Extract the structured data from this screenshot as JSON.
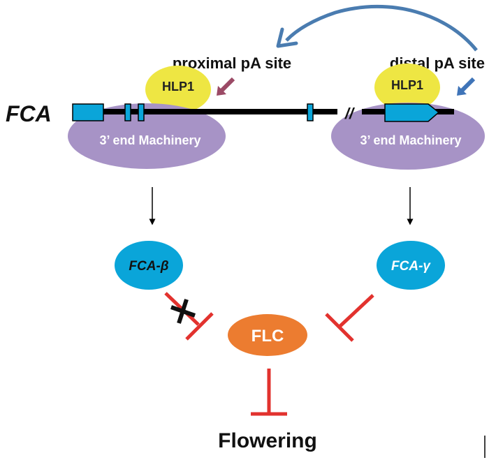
{
  "gene_label": "FCA",
  "proximal_label": "proximal pA site",
  "distal_label": "distal pA site",
  "hlp1_left": "HLP1",
  "hlp1_right": "HLP1",
  "machinery_left": "3’ end Machinery",
  "machinery_right": "3’ end Machinery",
  "break_mark": "//",
  "fca_beta": "FCA-β",
  "fca_gamma": "FCA-γ",
  "flc": "FLC",
  "flowering": "Flowering",
  "colors": {
    "hlp1": "#eee643",
    "machinery": "#a793c6",
    "exon": "#0aa5d9",
    "isoform": "#0aa5d9",
    "flc": "#ec7c30",
    "inhibit": "#e2322e",
    "switch_arrow": "#4a7cb0",
    "proximal_arrow": "#9b4a66",
    "distal_arrow": "#3f74b8"
  }
}
